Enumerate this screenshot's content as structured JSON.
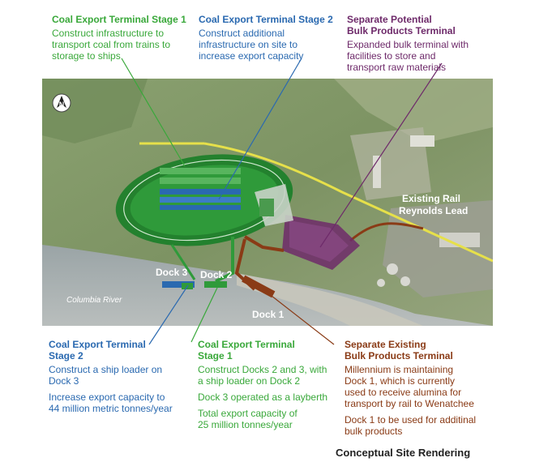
{
  "callouts": {
    "top_left": {
      "title": "Coal Export Terminal Stage 1",
      "lines": [
        "Construct infrastructure to",
        "transport coal from trains to",
        "storage to ships"
      ]
    },
    "top_mid": {
      "title": "Coal Export Terminal Stage 2",
      "lines": [
        "Construct additional",
        "infrastructure on site to",
        "increase export capacity"
      ]
    },
    "top_right": {
      "title_lines": [
        "Separate Potential",
        "Bulk Products Terminal"
      ],
      "lines": [
        "Expanded bulk terminal with",
        "facilities to store and",
        "transport raw materials"
      ]
    },
    "bottom_left": {
      "title_lines": [
        "Coal Export Terminal",
        "Stage 2"
      ],
      "para1": [
        "Construct a ship loader on",
        "Dock 3"
      ],
      "para2": [
        "Increase export capacity to",
        "44 million metric tonnes/year"
      ]
    },
    "bottom_mid": {
      "title_lines": [
        "Coal Export Terminal",
        "Stage 1"
      ],
      "para1": [
        "Construct Docks 2 and 3, with",
        "a ship loader on Dock 2"
      ],
      "para2": [
        "Dock 3 operated as a layberth"
      ],
      "para3": [
        "Total export capacity of",
        "25 million tonnes/year"
      ]
    },
    "bottom_right": {
      "title_lines": [
        "Separate Existing",
        "Bulk Products Terminal"
      ],
      "para1": [
        "Millennium is maintaining",
        "Dock 1, which is currently",
        "used to receive alumina for",
        "transport by rail to Wenatchee"
      ],
      "para2": [
        "Dock 1 to be used for additinal",
        "bulk products"
      ]
    }
  },
  "map_labels": {
    "dock3": "Dock 3",
    "dock2": "Dock 2",
    "dock1": "Dock 1",
    "river": "Columbia River",
    "rail_line1": "Existing Rail",
    "rail_line2": "Reynolds Lead",
    "north": "N"
  },
  "caption": "Conceptual Site Rendering",
  "colors": {
    "stage1_green": "#39a83a",
    "stage2_blue": "#2a69b0",
    "potential_purple": "#6e2a6a",
    "existing_brown": "#8a3b16",
    "rail_yellow": "#e6e04a"
  }
}
